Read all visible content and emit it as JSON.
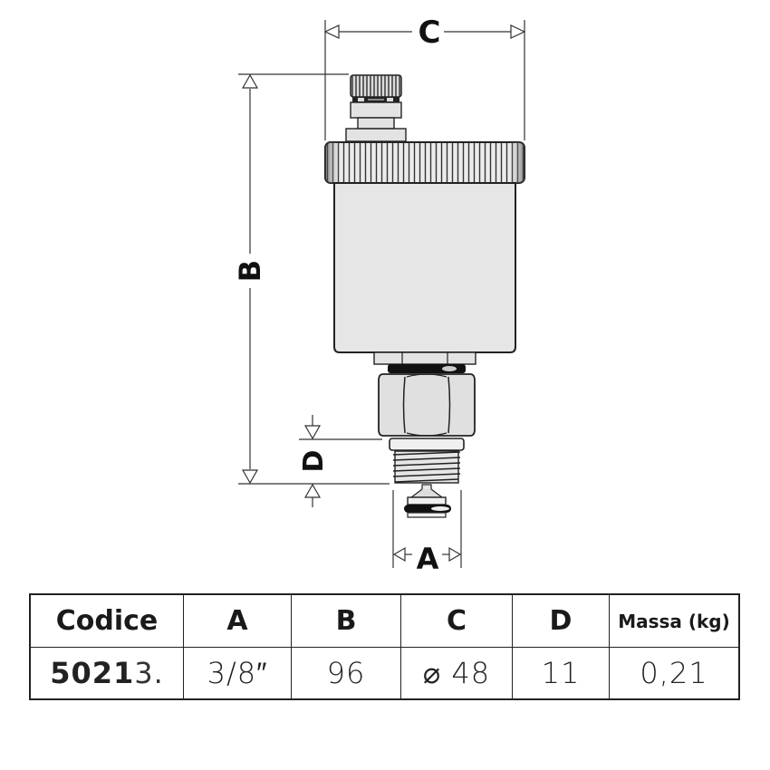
{
  "drawing": {
    "title": "Automatic air vent dimensional drawing",
    "dimension_labels": {
      "A": "A",
      "B": "B",
      "C": "C",
      "D": "D"
    },
    "colors": {
      "line": "#333333",
      "body_fill": "#e6e6e6",
      "dark": "#111111"
    }
  },
  "table": {
    "headers": [
      "Codice",
      "A",
      "B",
      "C",
      "D",
      "Massa (kg)"
    ],
    "rows": [
      {
        "code_bold": "50213",
        "code_suffix": ".",
        "code_display_bold": "5021",
        "code_display_light": "3.",
        "A": "3/8″",
        "B": "96",
        "C": "⌀ 48",
        "D": "11",
        "massa": "0,21"
      }
    ]
  }
}
